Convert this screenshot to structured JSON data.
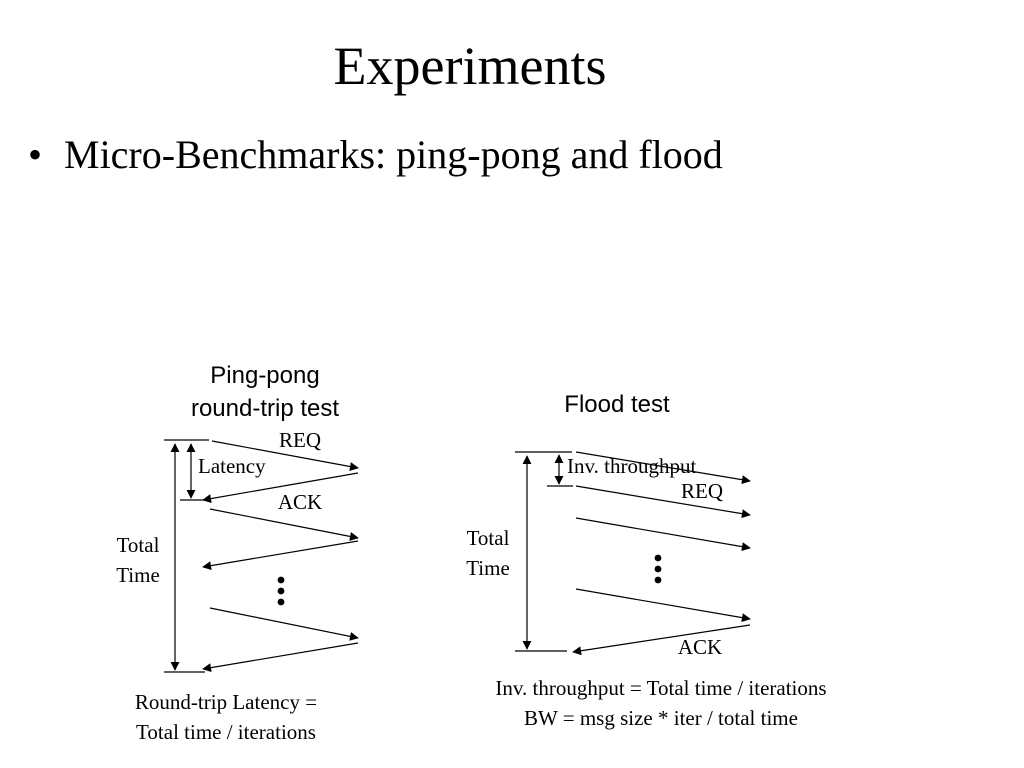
{
  "slide": {
    "title": "Experiments",
    "bullet": "Micro-Benchmarks: ping-pong and flood",
    "bullet_glyph": "•"
  },
  "pingpong": {
    "title_line1": "Ping-pong",
    "title_line2": "round-trip test",
    "req_label": "REQ",
    "ack_label": "ACK",
    "latency_label": "Latency",
    "total_line1": "Total",
    "total_line2": "Time",
    "ellipsis": "⋮",
    "formula_line1": "Round-trip Latency =",
    "formula_line2": "Total time / iterations"
  },
  "flood": {
    "title": "Flood test",
    "inv_label": "Inv. throughput",
    "req_label": "REQ",
    "ack_label": "ACK",
    "total_line1": "Total",
    "total_line2": "Time",
    "ellipsis": "⋮",
    "formula_line1": "Inv. throughput = Total time / iterations",
    "formula_line2": "BW = msg size * iter / total time"
  }
}
